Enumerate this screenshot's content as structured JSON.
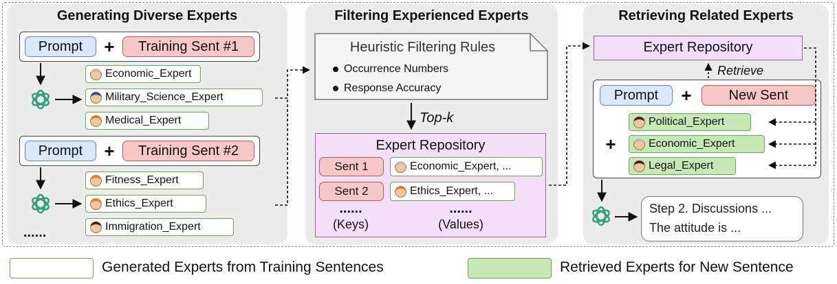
{
  "panels": {
    "generate": {
      "title": "Generating Diverse Experts",
      "group1": {
        "prompt": "Prompt",
        "plus": "+",
        "sent": "Training Sent #1",
        "experts": [
          "Economic_Expert",
          "Military_Science_Expert",
          "Medical_Expert"
        ]
      },
      "group2": {
        "prompt": "Prompt",
        "plus": "+",
        "sent": "Training Sent #2",
        "experts": [
          "Fitness_Expert",
          "Ethics_Expert",
          "Immigration_Expert"
        ]
      },
      "ellipsis": "......"
    },
    "filter": {
      "title": "Filtering Experienced Experts",
      "rules_title": "Heuristic Filtering Rules",
      "rules": [
        "Occurrence Numbers",
        "Response Accuracy"
      ],
      "topk": "Top-k",
      "repo_title": "Expert Repository",
      "sent1": "Sent 1",
      "val1": "Economic_Expert, ...",
      "sent2": "Sent 2",
      "val2": "Ethics_Expert, ...",
      "dots": "......",
      "keys": "(Keys)",
      "values": "(Values)"
    },
    "retrieve": {
      "title": "Retrieving Related Experts",
      "repo_title": "Expert Repository",
      "retrieve_label": "Retrieve",
      "prompt": "Prompt",
      "plus": "+",
      "new_sent": "New Sent",
      "experts": [
        "Political_Expert",
        "Economic_Expert",
        "Legal_Expert"
      ],
      "output_line1": "Step 2. Discussions ...",
      "output_line2": "The attitude is ..."
    }
  },
  "legend": {
    "generated": "Generated Experts from Training Sentences",
    "retrieved": "Retrieved Experts for New Sentence"
  },
  "colors": {
    "expert_border": "#6aa84f",
    "retrieved_fill": "#c6e8b4",
    "prompt_fill": "#dbe8fb",
    "sent_fill": "#f7c8c8",
    "repo_fill": "#f3dff7"
  }
}
